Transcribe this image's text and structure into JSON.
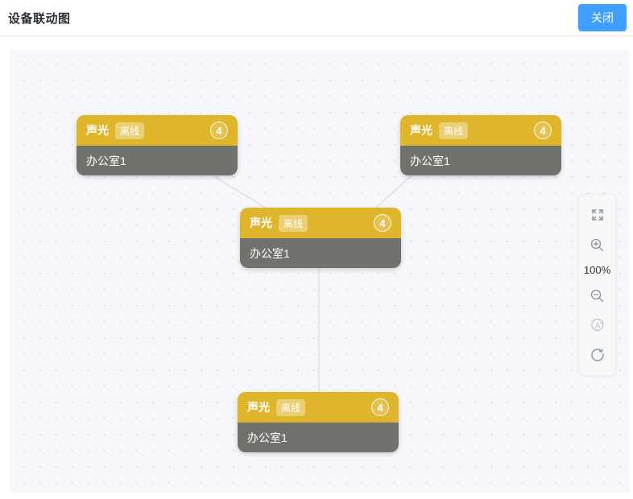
{
  "header": {
    "title": "设备联动图",
    "close_label": "关闭"
  },
  "toolbar": {
    "zoom_level": "100%",
    "icons": [
      "fullscreen-icon",
      "zoom-in-icon",
      "zoom-out-icon",
      "auto-layout-icon",
      "refresh-icon"
    ]
  },
  "nodes": [
    {
      "id": "top-left",
      "title": "声光",
      "status": "离线",
      "count": "4",
      "label": "办公室1"
    },
    {
      "id": "top-right",
      "title": "声光",
      "status": "离线",
      "count": "4",
      "label": "办公室1"
    },
    {
      "id": "center",
      "title": "声光",
      "status": "离线",
      "count": "4",
      "label": "办公室1"
    },
    {
      "id": "bottom",
      "title": "声光",
      "status": "离线",
      "count": "4",
      "label": "办公室1"
    }
  ],
  "edges": [
    {
      "from": "top-left",
      "to": "center"
    },
    {
      "from": "top-right",
      "to": "center"
    },
    {
      "from": "center",
      "to": "bottom"
    }
  ],
  "colors": {
    "accent": "#409EFF",
    "node_header": "#DFB52C",
    "node_body": "#71716D",
    "edge": "#D8DADE",
    "canvas_bg": "#F5F7FA"
  }
}
